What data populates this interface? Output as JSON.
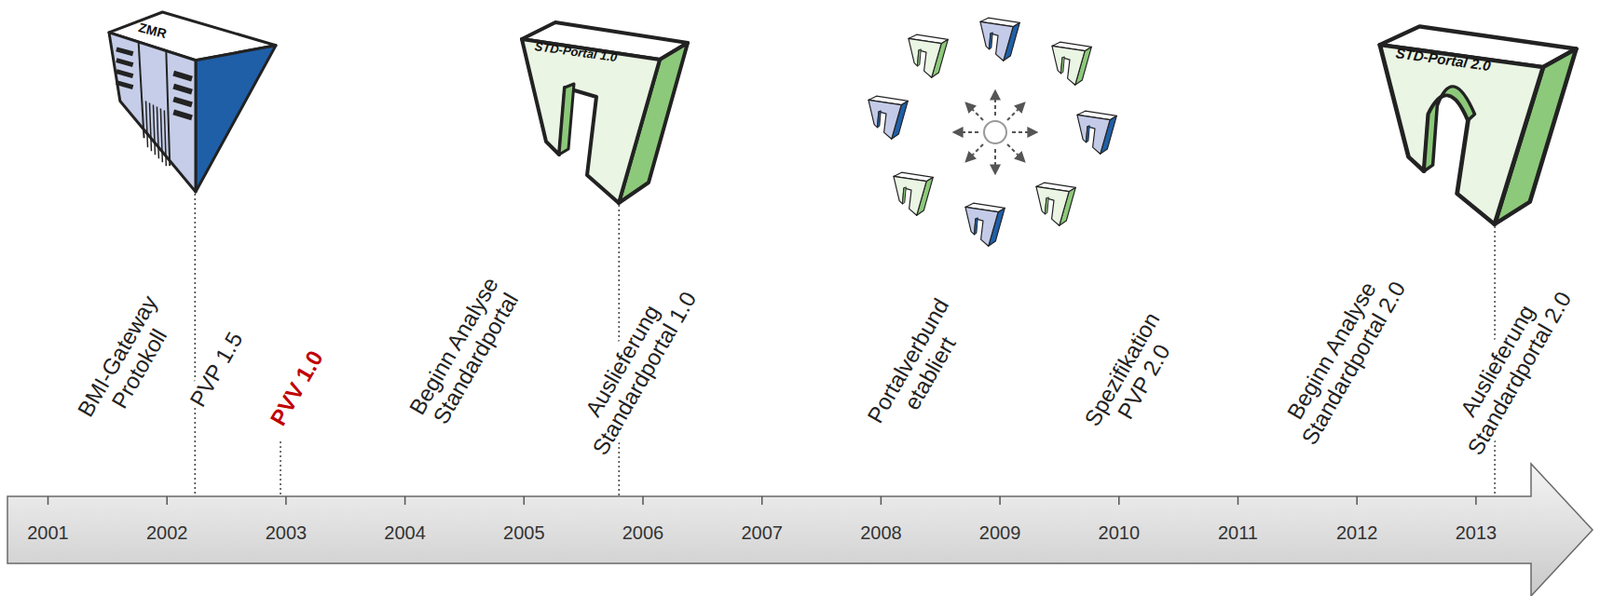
{
  "diagram": {
    "nodes": [
      {
        "text": [
          "ZMR"
        ]
      },
      {
        "text": [
          "STD-Portal 1.0"
        ]
      },
      {
        "text": [
          "STD-Portal 2.0"
        ]
      },
      {
        "text": [
          "2001",
          "2002",
          "2003",
          "2004",
          "2005",
          "2006",
          "2007",
          "2008",
          "2009",
          "2010",
          "2011",
          "2012",
          "2013"
        ]
      }
    ],
    "edges": [
      {
        "from": 0,
        "to": 3,
        "arrow": "none"
      },
      {
        "from": 1,
        "to": 3,
        "arrow": "none"
      },
      {
        "from": 2,
        "to": 3,
        "arrow": "none"
      }
    ],
    "labels": [
      "BMI-Gateway Protokoll",
      "PVP 1.5",
      "PVV 1.0",
      "Beginn Analyse Standardportal",
      "Auslieferung Standardportal 1.0",
      "Portalverbund etabliert",
      "Spezifikation PVP 2.0",
      "Beginn Analyse Standardportal 2.0",
      "Auslieferung Standardportal 2.0"
    ]
  }
}
